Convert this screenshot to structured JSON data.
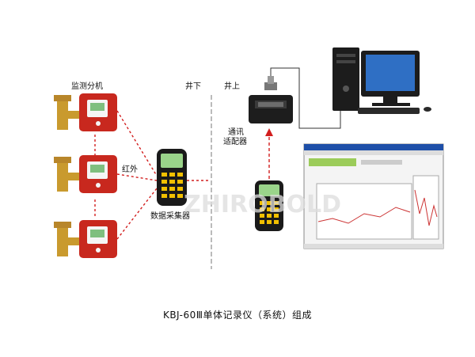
{
  "labels": {
    "sub_device": "监测分机",
    "infrared": "红外",
    "collector": "数据采集器",
    "underground": "井下",
    "surface": "井上",
    "adapter_line1": "通讯",
    "adapter_line2": "适配器"
  },
  "watermark": "ZHIROBOLD",
  "caption": "KBJ-60Ⅲ单体记录仪（系统）组成",
  "colors": {
    "sensor_body": "#c8281e",
    "brass": "#c99a2e",
    "link_dashed": "#d21e1e",
    "device_dark": "#1a1a1a",
    "keypad": "#f2c000",
    "screen_green": "#9ad48a",
    "monitor_blue": "#2f6fc4"
  },
  "icons": [
    "sensor-icon",
    "handheld-collector-icon",
    "adapter-icon",
    "computer-icon",
    "software-screenshot-icon"
  ]
}
